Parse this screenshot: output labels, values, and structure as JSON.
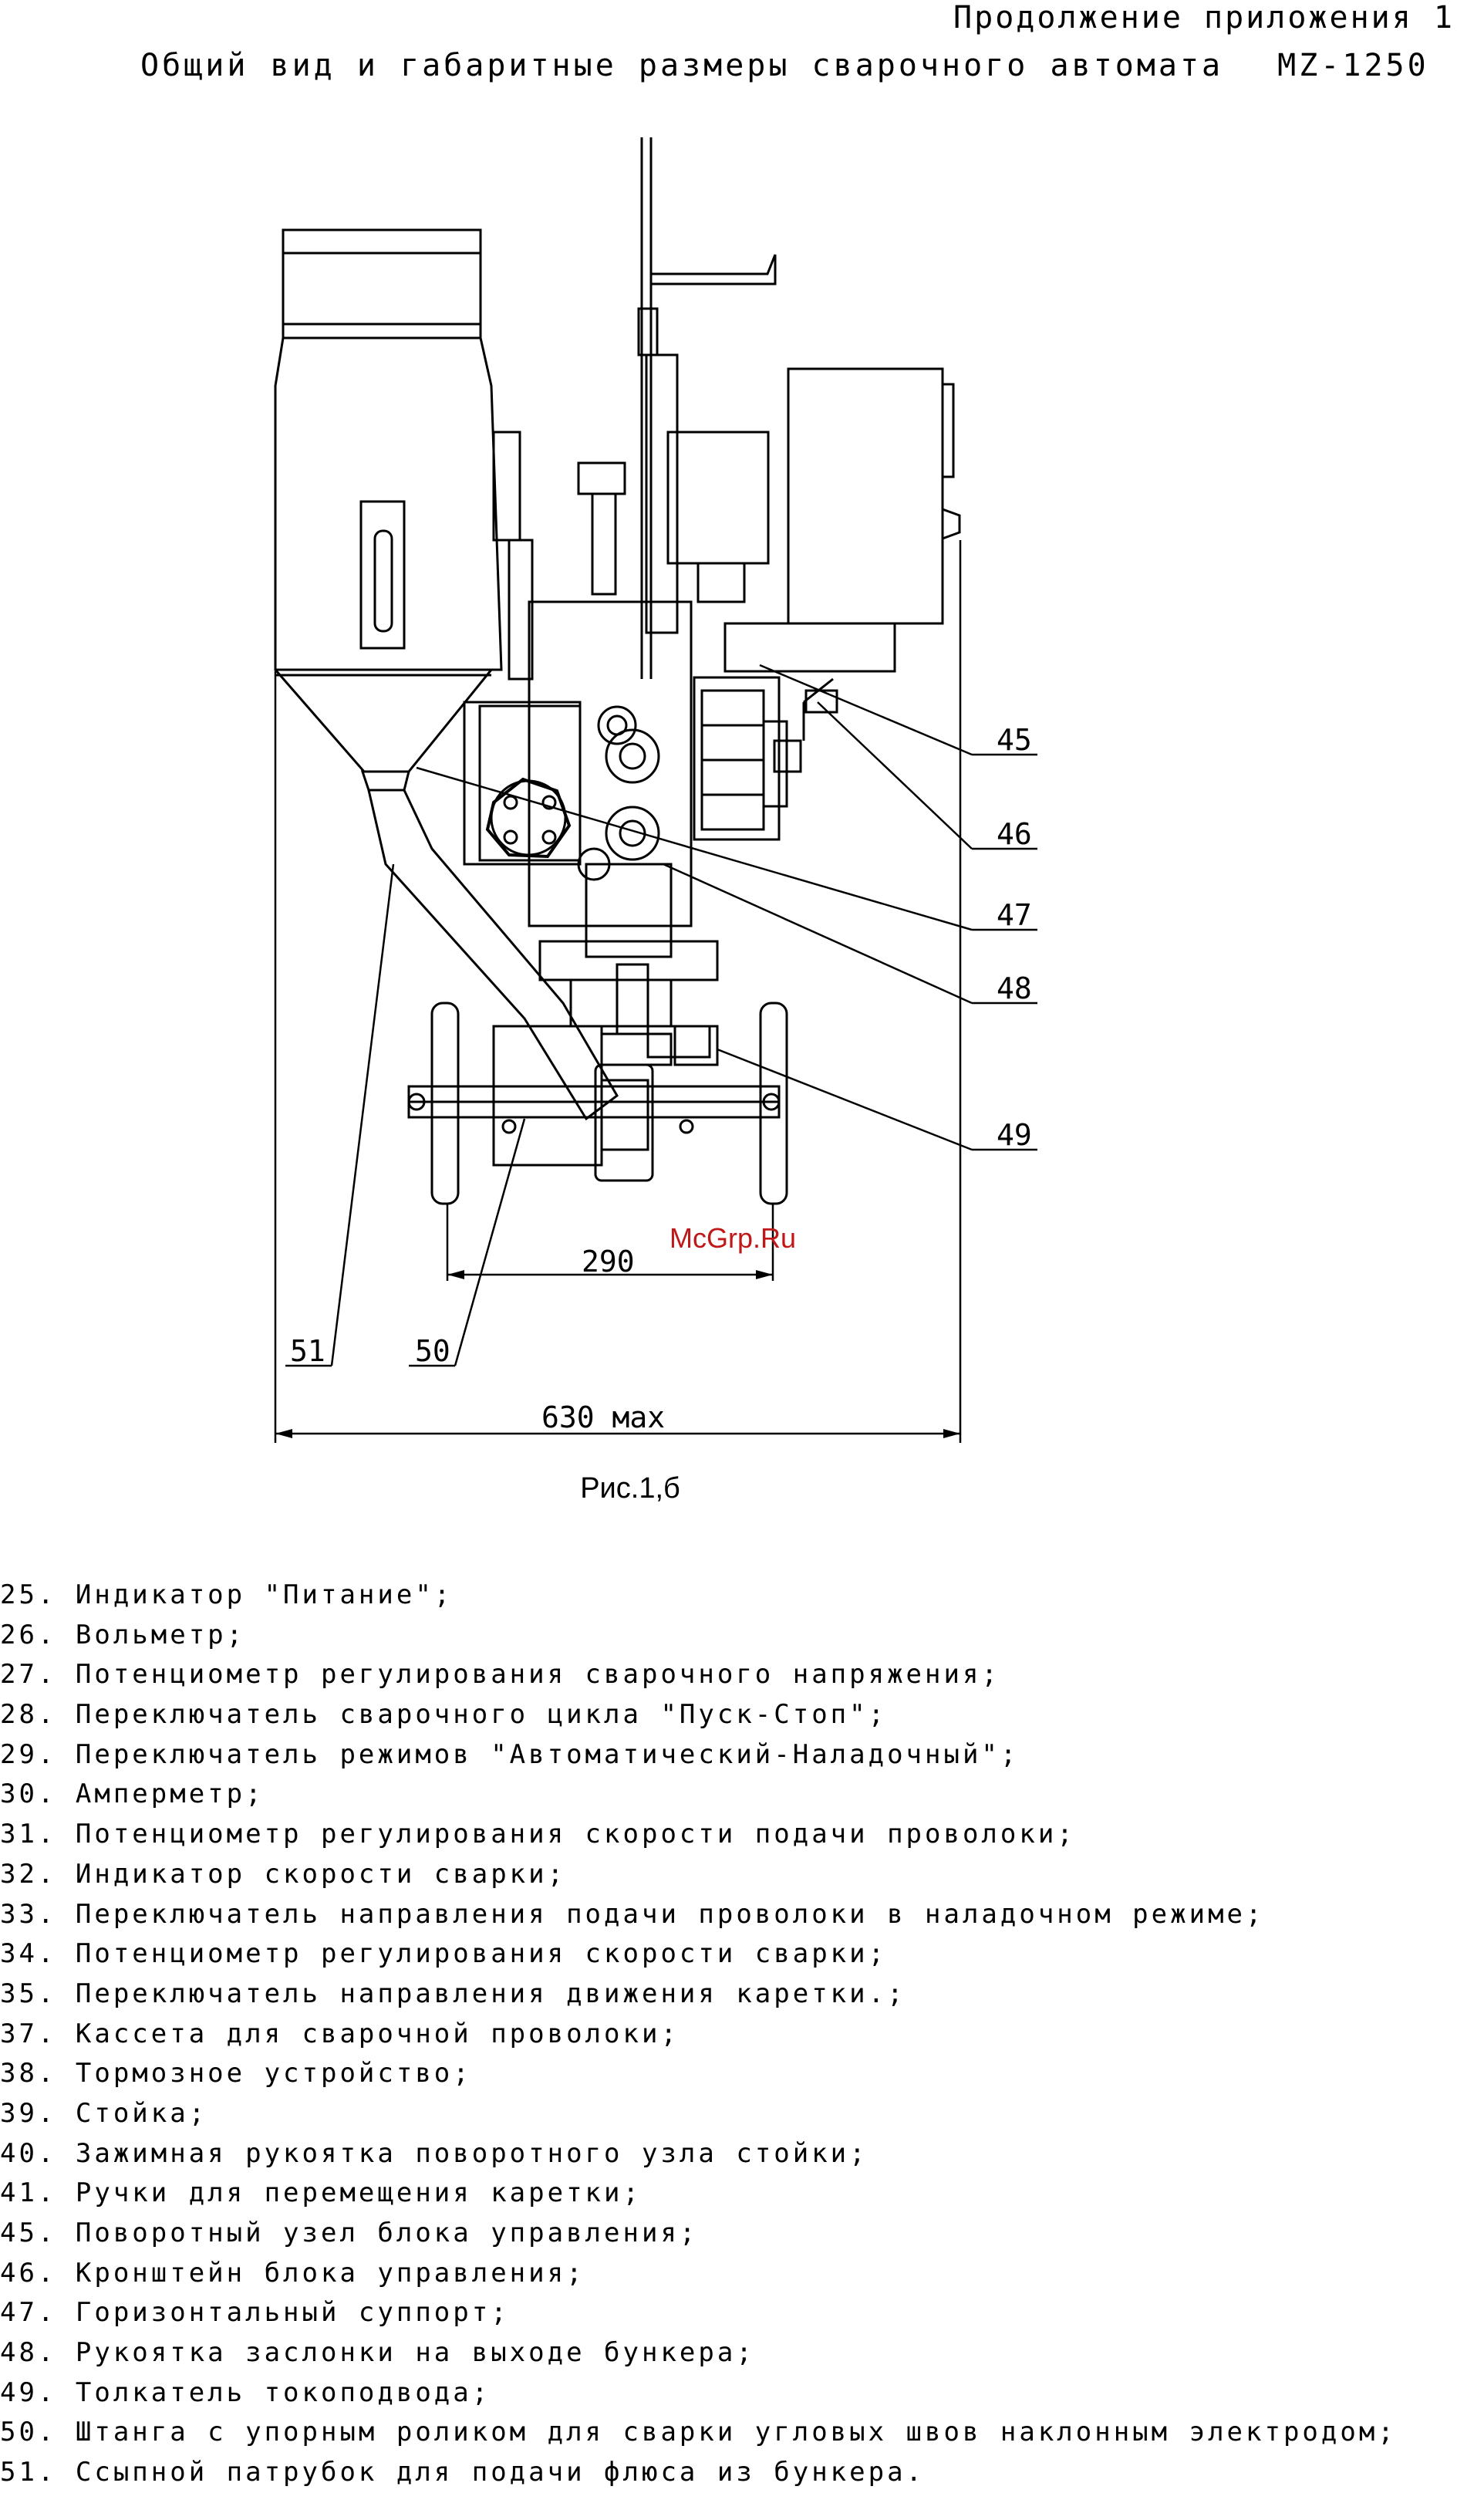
{
  "header": {
    "continuation": "Продолжение приложения 1",
    "title": "Общий вид и габаритные размеры сварочного автомата",
    "model": "MZ-1250"
  },
  "figure": {
    "callouts": [
      "45",
      "46",
      "47",
      "48",
      "49",
      "50",
      "51"
    ],
    "dimensions": {
      "inner": "290",
      "overall": "630 мах"
    },
    "caption": "Рис.1,б",
    "watermark": "McGrp.Ru"
  },
  "legend": [
    "25. Индикатор \"Питание\";",
    "26. Вольметр;",
    "27. Потенциометр регулирования сварочного напряжения;",
    "28. Переключатель сварочного цикла \"Пуск-Стоп\";",
    "29. Переключатель режимов \"Автоматический-Наладочный\";",
    "30. Амперметр;",
    "31. Потенциометр регулирования скорости подачи проволоки;",
    "32. Индикатор скорости сварки;",
    "33. Переключатель направления подачи проволоки в наладочном режиме;",
    "34. Потенциометр регулирования скорости сварки;",
    "35. Переключатель направления движения каретки.;",
    "37. Кассета для сварочной проволоки;",
    "38. Тормозное устройство;",
    "39. Стойка;",
    "40. Зажимная рукоятка поворотного узла стойки;",
    "41. Ручки для перемещения каретки;",
    "45. Поворотный узел блока управления;",
    "46. Кронштейн блока управления;",
    "47. Горизонтальный суппорт;",
    "48. Рукоятка заслонки на выходе бункера;",
    "49. Толкатель токоподвода;",
    "50. Штанга с упорным роликом для сварки угловых швов наклонным электродом;",
    "51. Ссыпной патрубок для подачи флюса из бункера."
  ]
}
